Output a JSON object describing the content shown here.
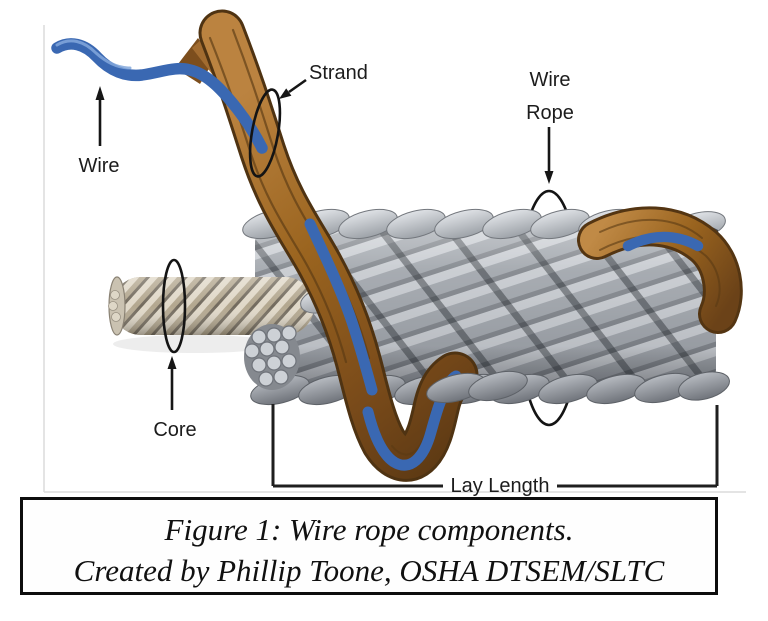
{
  "figure": {
    "labels": {
      "wire": "Wire",
      "strand": "Strand",
      "wire_rope_line1": "Wire",
      "wire_rope_line2": "Rope",
      "core": "Core",
      "lay_length": "Lay Length"
    },
    "caption": {
      "line1": "Figure 1: Wire rope components.",
      "line2": "Created by Phillip Toone, OSHA DTSEM/SLTC"
    },
    "colors": {
      "wire_blue": "#3a68b2",
      "strand_brown": "#9a641f",
      "rope_gray": "#a9adb2",
      "core_tan": "#b3a78f",
      "annotation_black": "#1a1a1a"
    }
  }
}
